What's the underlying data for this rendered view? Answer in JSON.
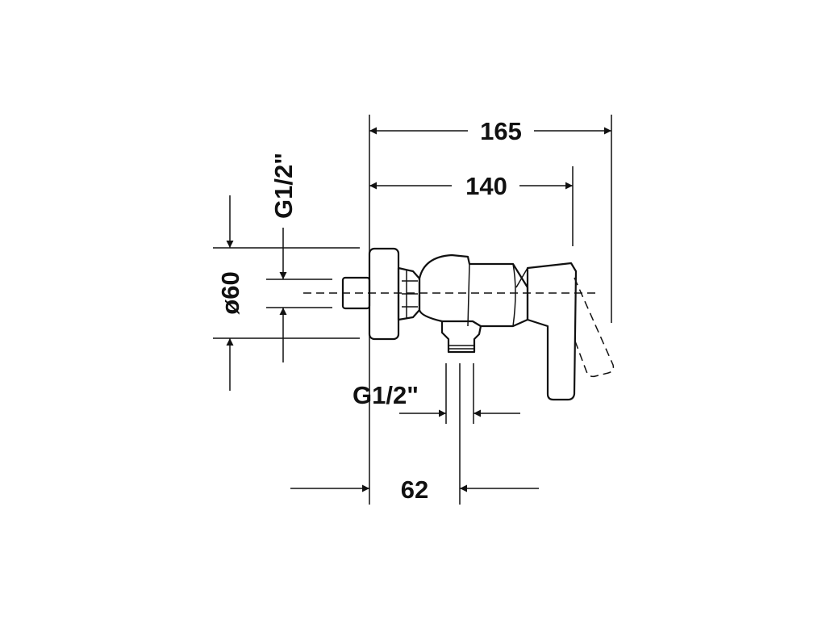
{
  "dimensions": {
    "overall_width": "165",
    "body_width": "140",
    "inlet_thread": "G1/2\"",
    "rosette_diameter": "ø60",
    "outlet_thread": "G1/2\"",
    "wall_to_outlet": "62"
  },
  "colors": {
    "line": "#111111",
    "background": "#ffffff"
  }
}
